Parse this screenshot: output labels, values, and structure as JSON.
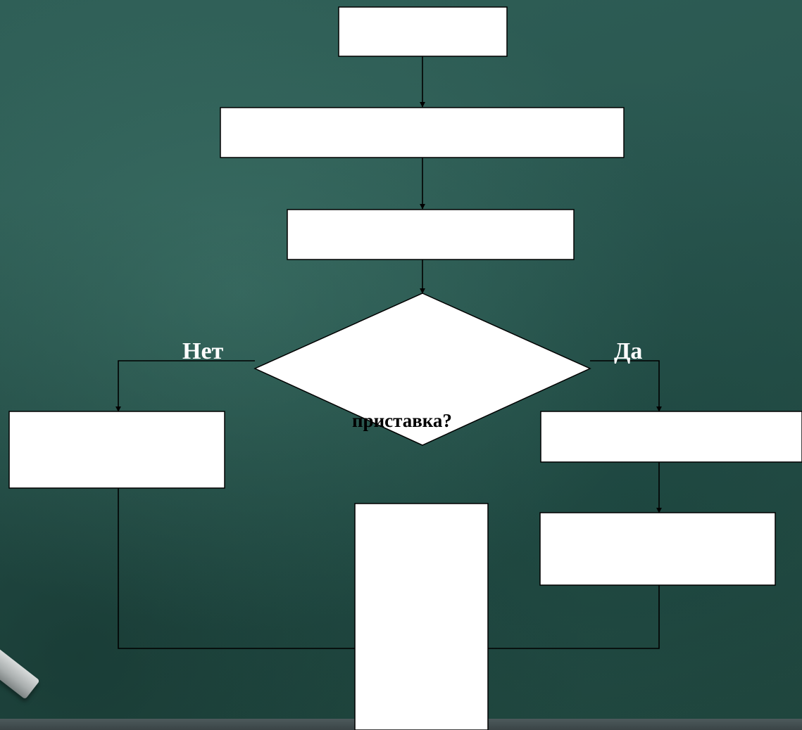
{
  "flowchart": {
    "nodes": [
      {
        "id": "start",
        "shape": "rect",
        "text": ""
      },
      {
        "id": "step1",
        "shape": "rect",
        "text": ""
      },
      {
        "id": "step2",
        "shape": "rect",
        "text": ""
      },
      {
        "id": "decision",
        "shape": "diamond",
        "text": "приставка?"
      },
      {
        "id": "no-action",
        "shape": "rect",
        "text": ""
      },
      {
        "id": "yes-action1",
        "shape": "rect",
        "text": ""
      },
      {
        "id": "yes-action2",
        "shape": "rect",
        "text": ""
      },
      {
        "id": "end",
        "shape": "rect",
        "text": ""
      }
    ],
    "branches": {
      "no_label": "Нет",
      "yes_label": "Да"
    },
    "edges": [
      {
        "from": "start",
        "to": "step1"
      },
      {
        "from": "step1",
        "to": "step2"
      },
      {
        "from": "step2",
        "to": "decision"
      },
      {
        "from": "decision",
        "to": "no-action",
        "label": "Нет"
      },
      {
        "from": "decision",
        "to": "yes-action1",
        "label": "Да"
      },
      {
        "from": "yes-action1",
        "to": "yes-action2"
      },
      {
        "from": "no-action",
        "to": "end"
      },
      {
        "from": "yes-action2",
        "to": "end"
      }
    ]
  },
  "colors": {
    "background": "#2c5a52",
    "box_fill": "#ffffff",
    "box_outline": "#000000",
    "connector": "#000000",
    "branch_label": "#ffffff"
  }
}
